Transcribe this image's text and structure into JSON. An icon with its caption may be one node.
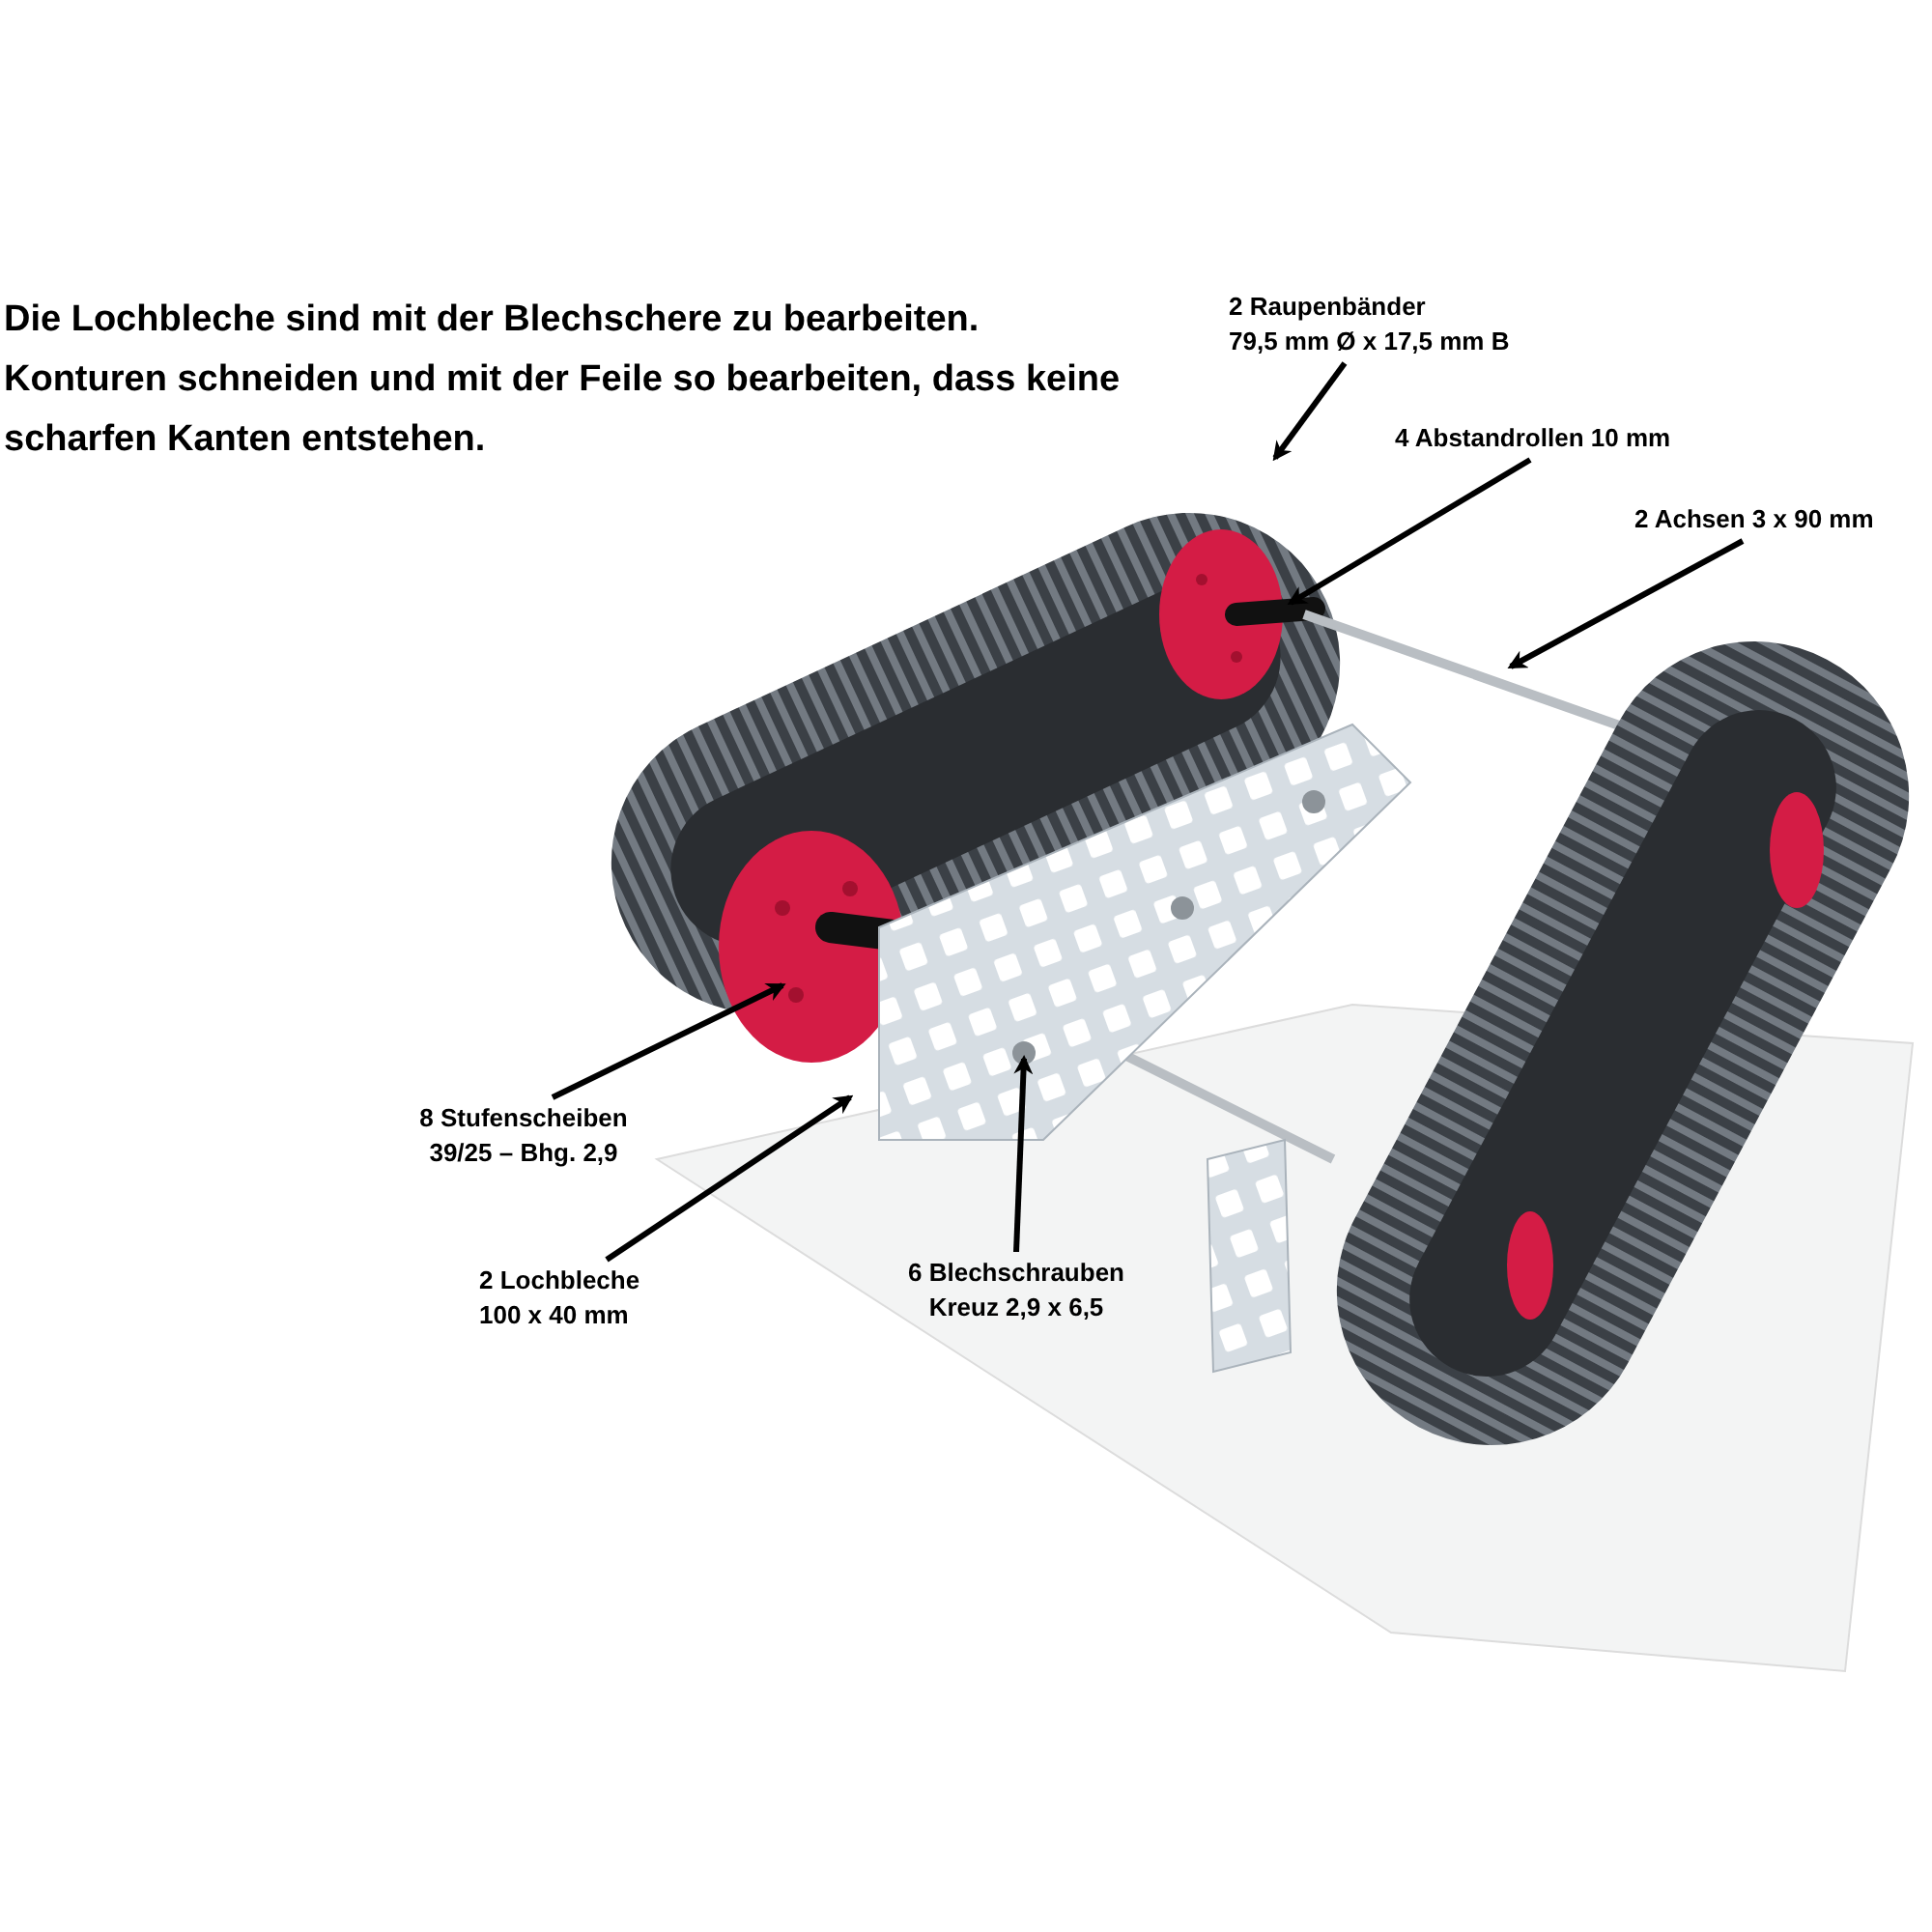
{
  "diagram": {
    "nodes": [
      {
        "text": [
          "2 Raupenbänder",
          "79,5 mm Ø x 17,5 mm B"
        ]
      },
      {
        "text": [
          "4 Abstandrollen 10 mm"
        ]
      },
      {
        "text": [
          "2 Achsen 3 x 90 mm"
        ]
      },
      {
        "text": [
          "8 Stufenscheiben",
          "39/25 – Bhg. 2,9"
        ]
      },
      {
        "text": [
          "2 Lochbleche",
          "100 x 40 mm"
        ]
      },
      {
        "text": [
          "6 Blechschrauben",
          "Kreuz 2,9 x 6,5"
        ]
      }
    ],
    "edges": [
      {
        "from": 0,
        "to": null,
        "arrow": "to"
      },
      {
        "from": 1,
        "to": null,
        "arrow": "to"
      },
      {
        "from": 2,
        "to": null,
        "arrow": "to"
      },
      {
        "from": 3,
        "to": null,
        "arrow": "to"
      },
      {
        "from": 4,
        "to": null,
        "arrow": "to"
      },
      {
        "from": 5,
        "to": null,
        "arrow": "to"
      }
    ],
    "labels": [
      "Die Lochbleche sind mit der Blechschere zu bearbeiten. Konturen schneiden und mit der Feile so bearbeiten, dass keine scharfen Kanten entstehen."
    ]
  }
}
